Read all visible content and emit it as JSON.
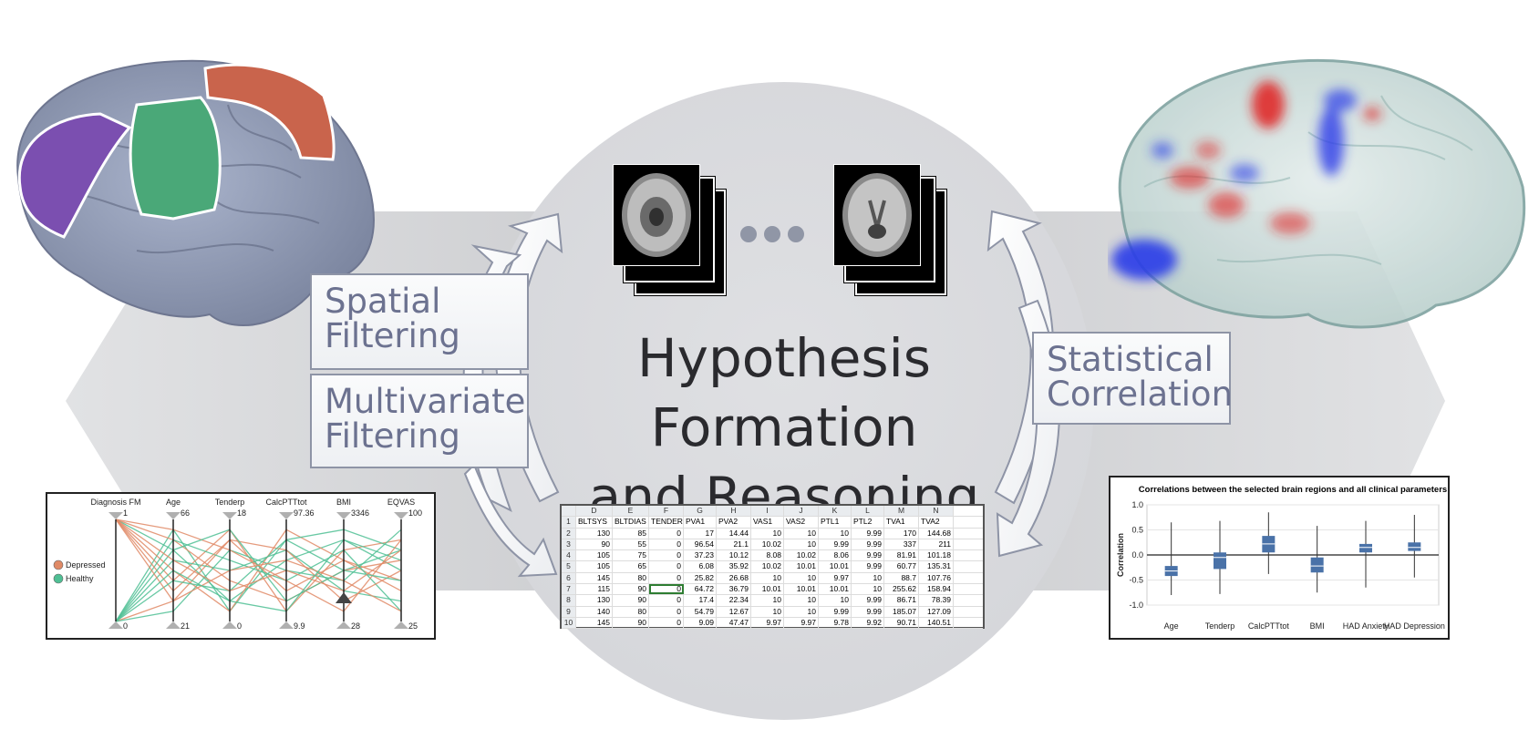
{
  "center": {
    "title_line1": "Hypothesis Formation",
    "title_line2": "and Reasoning"
  },
  "labels": {
    "spatial": [
      "Spatial",
      "Filtering"
    ],
    "multivariate": [
      "Multivariate",
      "Filtering"
    ],
    "statistical": [
      "Statistical",
      "Correlation"
    ]
  },
  "colors": {
    "depressed": "#e08a66",
    "healthy": "#4fbf94",
    "box_fill": "#4a72a8",
    "region_red": "#c9644c",
    "region_green": "#4aa878",
    "region_purple": "#7b4fb0",
    "label_text": "#6c7290"
  },
  "parallel": {
    "axes": [
      {
        "name": "Diagnosis FM",
        "top": "1",
        "bottom": "0"
      },
      {
        "name": "Age",
        "top": "66",
        "bottom": "21"
      },
      {
        "name": "Tenderp",
        "top": "18",
        "bottom": "0"
      },
      {
        "name": "CalcPTTtot",
        "top": "97.36",
        "bottom": "9.9"
      },
      {
        "name": "BMI",
        "top": "3346",
        "bottom": "28"
      },
      {
        "name": "EQVAS",
        "top": "100",
        "bottom": "25"
      }
    ],
    "legend": [
      "Depressed",
      "Healthy"
    ]
  },
  "spreadsheet": {
    "col_letters": [
      "D",
      "E",
      "F",
      "G",
      "H",
      "I",
      "J",
      "K",
      "L",
      "M",
      "N"
    ],
    "rows": [
      [
        "1",
        "BLTSYS",
        "BLTDIAS",
        "TENDERP",
        "PVA1",
        "PVA2",
        "VAS1",
        "VAS2",
        "PTL1",
        "PTL2",
        "TVA1",
        "TVA2"
      ],
      [
        "2",
        "130",
        "85",
        "0",
        "17",
        "14.44",
        "10",
        "10",
        "10",
        "9.99",
        "170",
        "144.68"
      ],
      [
        "3",
        "90",
        "55",
        "0",
        "96.54",
        "21.1",
        "10.02",
        "10",
        "9.99",
        "9.99",
        "337",
        "211"
      ],
      [
        "4",
        "105",
        "75",
        "0",
        "37.23",
        "10.12",
        "8.08",
        "10.02",
        "8.06",
        "9.99",
        "81.91",
        "101.18"
      ],
      [
        "5",
        "105",
        "65",
        "0",
        "6.08",
        "35.92",
        "10.02",
        "10.01",
        "10.01",
        "9.99",
        "60.77",
        "135.31"
      ],
      [
        "6",
        "145",
        "80",
        "0",
        "25.82",
        "26.68",
        "10",
        "10",
        "9.97",
        "10",
        "88.7",
        "107.76"
      ],
      [
        "7",
        "115",
        "90",
        "0",
        "64.72",
        "36.79",
        "10.01",
        "10.01",
        "10.01",
        "10",
        "255.62",
        "158.94"
      ],
      [
        "8",
        "130",
        "90",
        "0",
        "17.4",
        "22.34",
        "10",
        "10",
        "10",
        "9.99",
        "86.71",
        "78.39"
      ],
      [
        "9",
        "140",
        "80",
        "0",
        "54.79",
        "12.67",
        "10",
        "10",
        "9.99",
        "9.99",
        "185.07",
        "127.09"
      ],
      [
        "10",
        "145",
        "90",
        "0",
        "9.09",
        "47.47",
        "9.97",
        "9.97",
        "9.78",
        "9.92",
        "90.71",
        "140.51"
      ]
    ]
  },
  "chart_data": {
    "type": "box",
    "title": "Correlations between the selected brain regions and all clinical parameters",
    "ylabel": "Correlation",
    "ylim": [
      -1.0,
      1.0
    ],
    "yticks": [
      "1.0",
      "0.5",
      "0.0",
      "-0.5",
      "-1.0"
    ],
    "categories": [
      "Age",
      "Tenderp",
      "CalcPTTtot",
      "BMI",
      "HAD Anxiety",
      "HAD Depression"
    ],
    "boxes": [
      {
        "min": -0.8,
        "q1": -0.42,
        "median": -0.32,
        "q3": -0.22,
        "max": 0.65
      },
      {
        "min": -0.78,
        "q1": -0.28,
        "median": -0.05,
        "q3": 0.05,
        "max": 0.68
      },
      {
        "min": -0.38,
        "q1": 0.05,
        "median": 0.22,
        "q3": 0.38,
        "max": 0.85
      },
      {
        "min": -0.75,
        "q1": -0.35,
        "median": -0.22,
        "q3": -0.05,
        "max": 0.58
      },
      {
        "min": -0.65,
        "q1": 0.05,
        "median": 0.15,
        "q3": 0.22,
        "max": 0.68
      },
      {
        "min": -0.45,
        "q1": 0.08,
        "median": 0.15,
        "q3": 0.25,
        "max": 0.8
      }
    ]
  }
}
